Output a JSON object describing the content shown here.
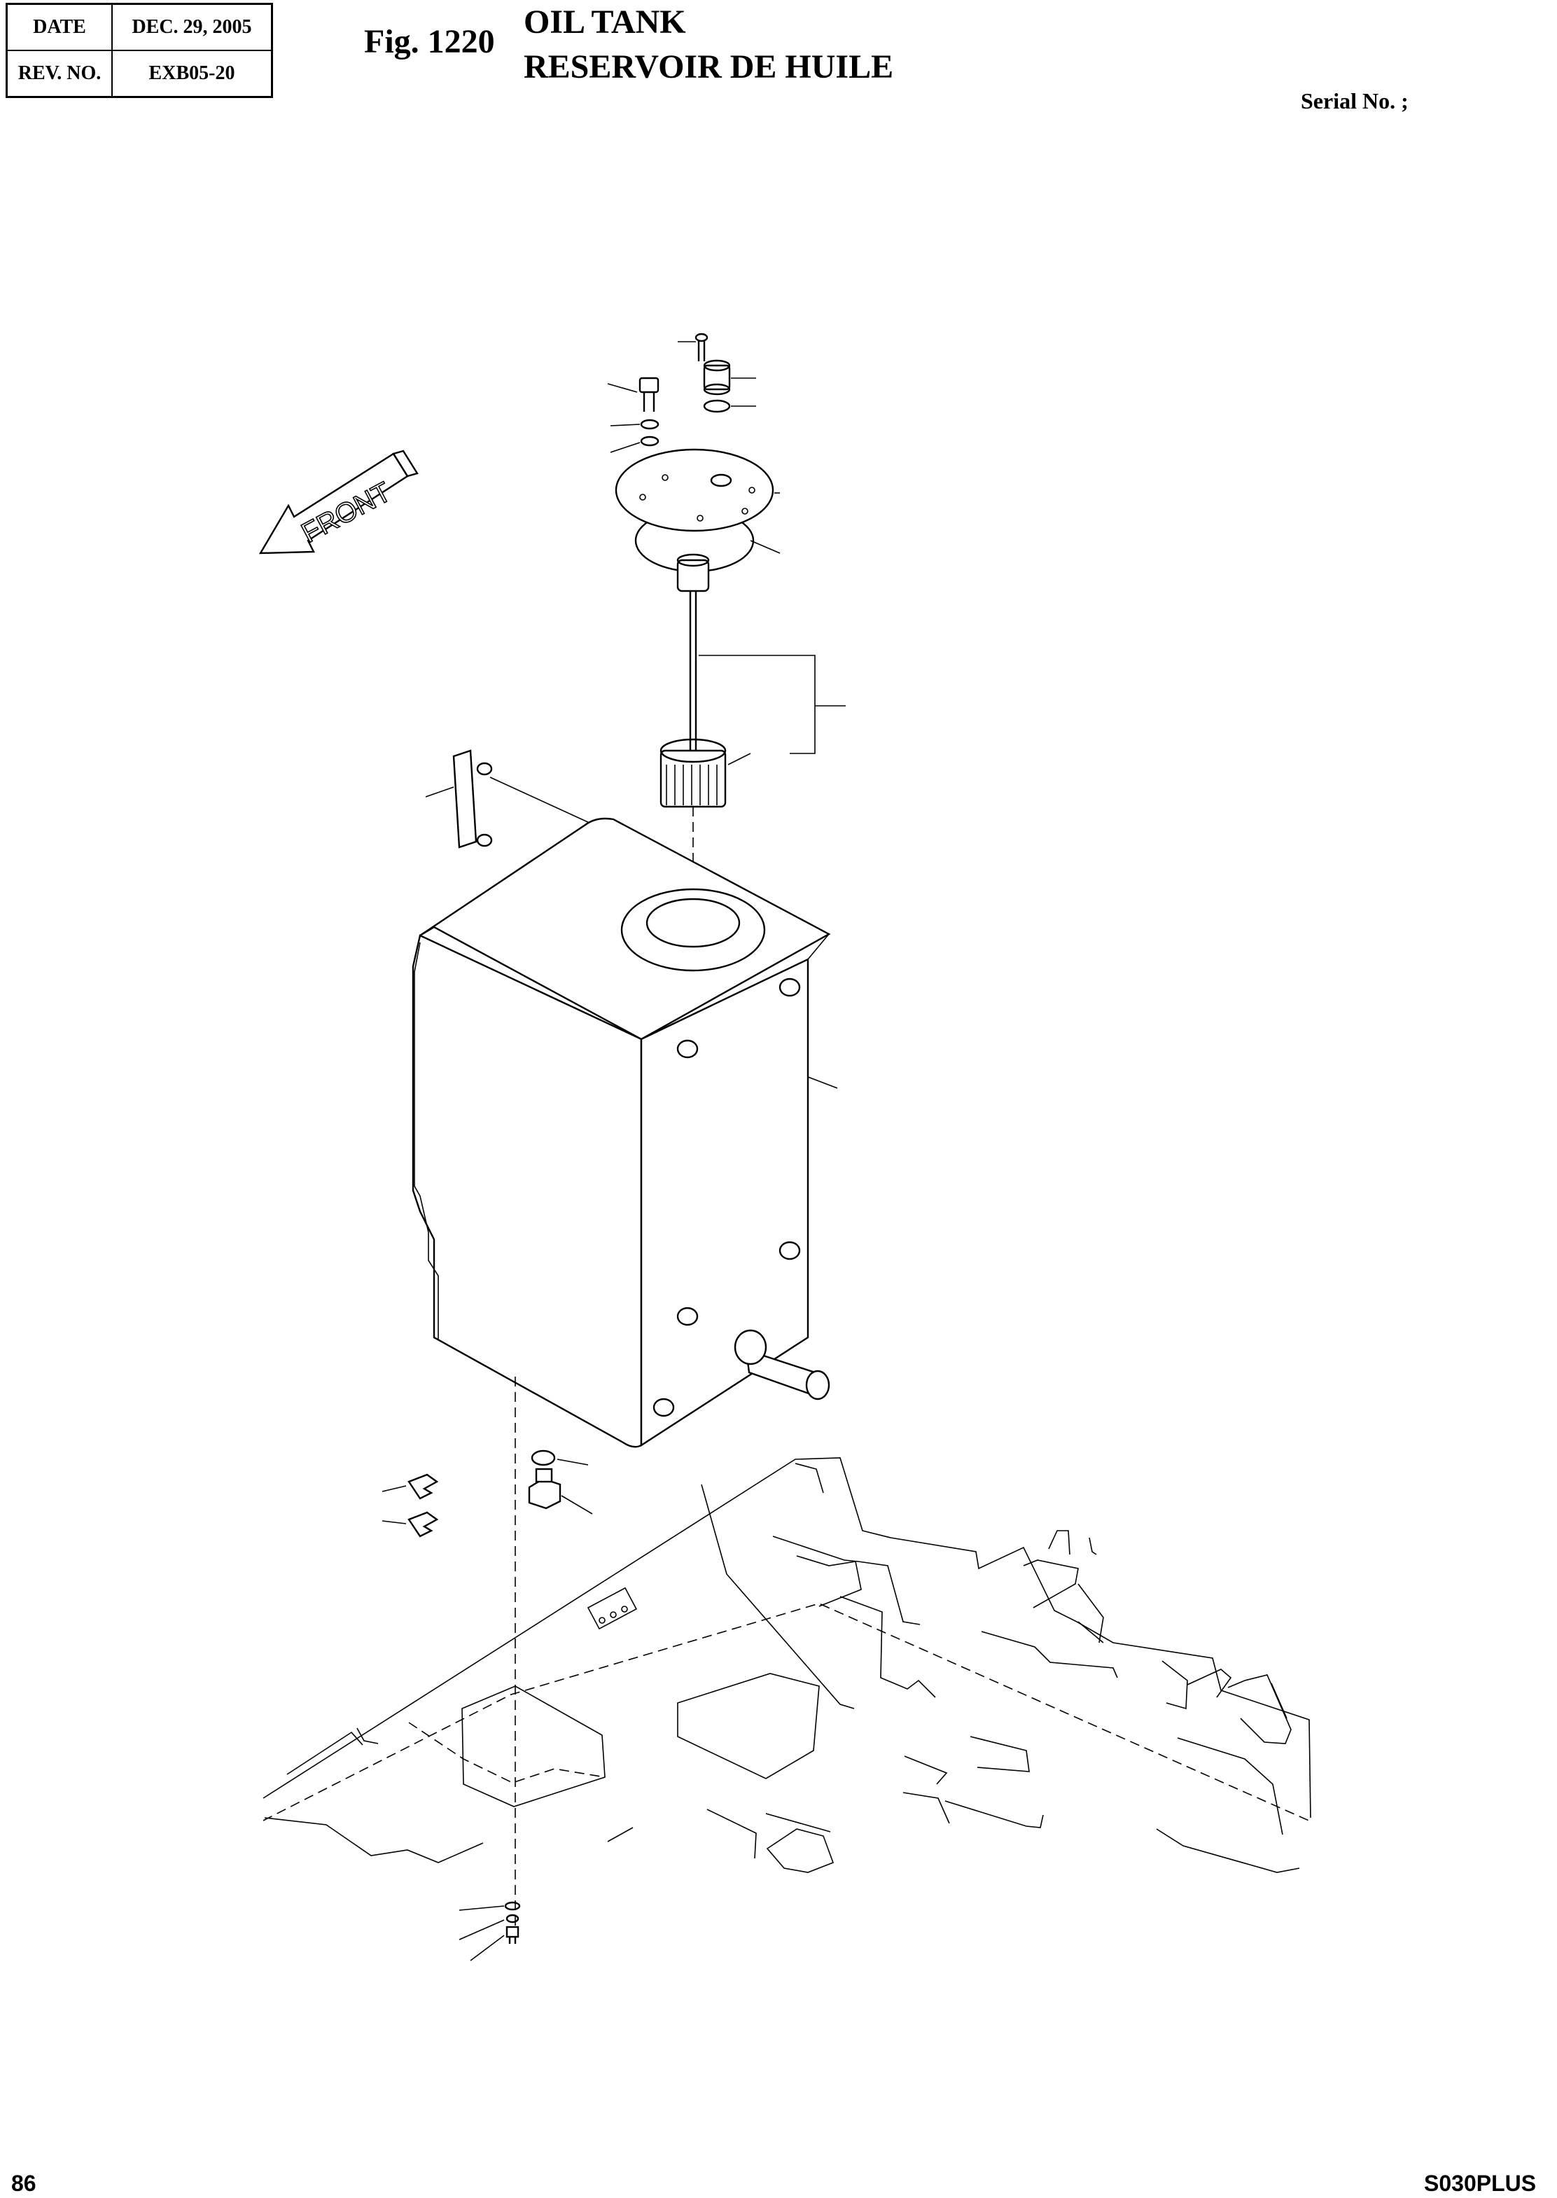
{
  "header": {
    "date_label": "DATE",
    "date_value": "DEC. 29, 2005",
    "rev_label": "REV. NO.",
    "rev_value": "EXB05-20"
  },
  "figure": {
    "fig_label": "Fig. 1220",
    "title_en": "OIL TANK",
    "title_fr": "RESERVOIR DE HUILE"
  },
  "serial": "Serial No. ;",
  "arrow_label": "FRONT",
  "footer": {
    "page_number": "86",
    "model": "S030PLUS"
  },
  "icons": [
    "front-arrow-icon"
  ]
}
